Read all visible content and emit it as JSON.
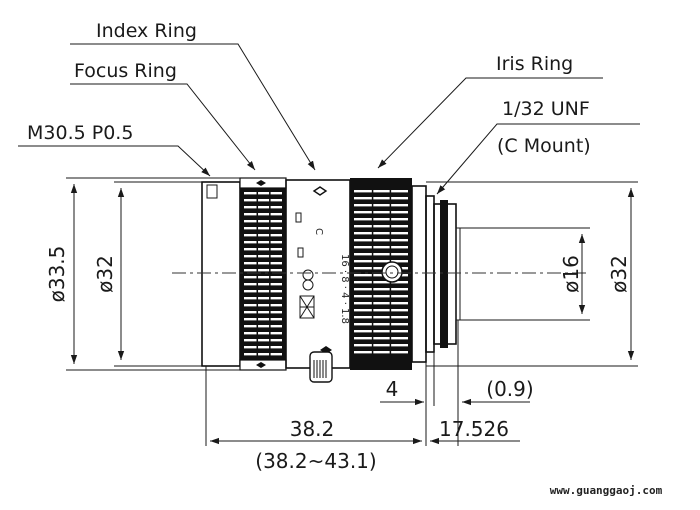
{
  "callouts": {
    "index_ring": "Index Ring",
    "focus_ring": "Focus Ring",
    "iris_ring": "Iris Ring",
    "mount_thread": "1/32 UNF",
    "mount_type": "(C Mount)",
    "filter_thread": "M30.5 P0.5"
  },
  "dimensions": {
    "outer_diameter": "ø33.5",
    "front_diameter": "ø32",
    "rear_diameter": "ø32",
    "mount_diameter": "ø16",
    "mount_step": "4",
    "flange_offset": "(0.9)",
    "body_length": "38.2",
    "length_range": "(38.2~43.1)",
    "flange_back": "17.526"
  },
  "iris_scale": "16 · 8 · 4 · 1.8",
  "watermark": "www.guanggaoj.com",
  "colors": {
    "ink": "#1a1a1a",
    "knurl": "#111111",
    "background": "#ffffff"
  }
}
